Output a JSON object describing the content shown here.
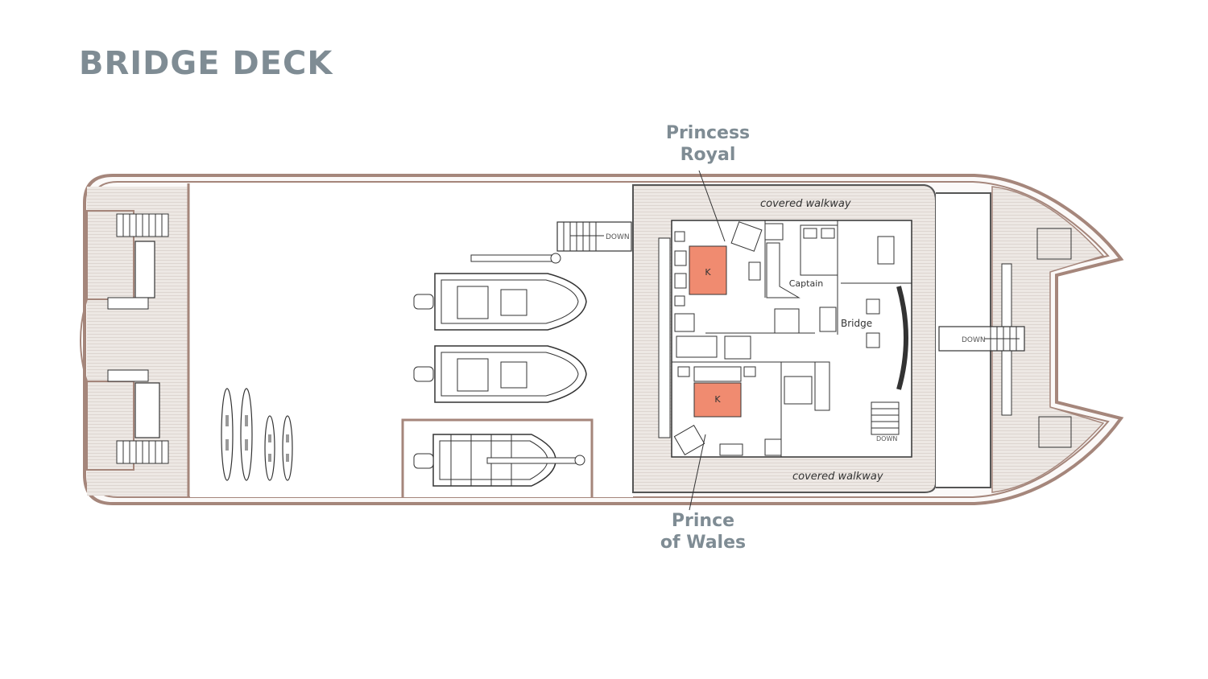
{
  "title": "BRIDGE DECK",
  "cabins": {
    "princess_royal": {
      "line1": "Princess",
      "line2": "Royal"
    },
    "prince_of_wales": {
      "line1": "Prince",
      "line2": "of Wales"
    }
  },
  "labels": {
    "covered_walkway_top": "covered walkway",
    "covered_walkway_bottom": "covered walkway",
    "captain": "Captain",
    "bridge": "Bridge",
    "down_stairs_aft": "DOWN",
    "down_stairs_fwd": "DOWN",
    "down_stairs_inner": "DOWN",
    "bed_king_1": "K",
    "bed_king_2": "K"
  },
  "colors": {
    "title": "#7f8c94",
    "hull": "#a5867b",
    "deck": "#ede8e4",
    "bed": "#f08b70",
    "line": "#333333"
  }
}
